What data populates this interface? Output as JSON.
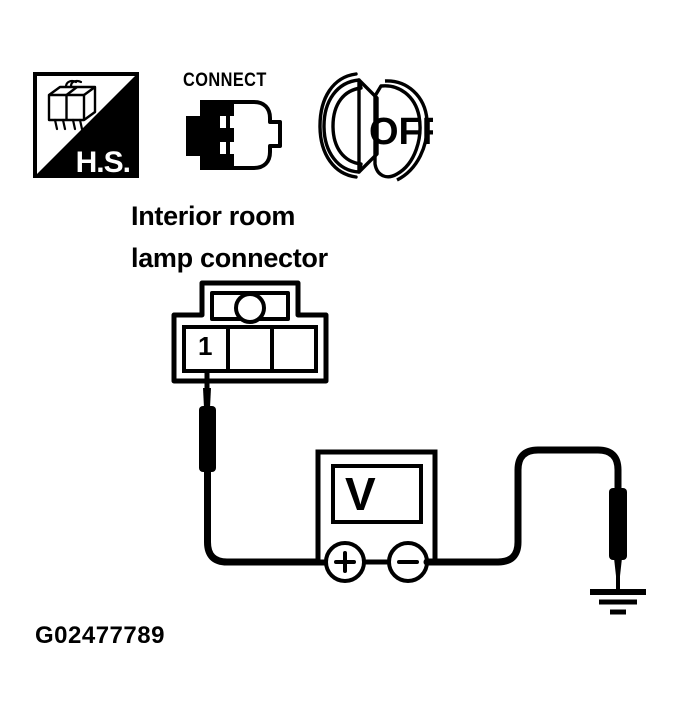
{
  "figure": {
    "id_label": "G02477789",
    "title_line_1": "Interior room",
    "title_line_2": "lamp connector",
    "ink_color": "#000000",
    "background_color": "#ffffff"
  },
  "icons": {
    "hs_badge": {
      "name": "hs-badge",
      "label": "H.S.",
      "meaning": "harness side connector view",
      "art_name": "connector-block-icon"
    },
    "connect": {
      "name": "connect-icon",
      "label": "CONNECT",
      "art_name": "plug-socket-icon"
    },
    "ignition": {
      "name": "ignition-off-icon",
      "label": "OFF",
      "art_name": "ignition-key-icon"
    }
  },
  "connector": {
    "name": "interior-room-lamp-connector",
    "terminal_count": 3,
    "labeled_terminal": "1",
    "latch_shape": "circle"
  },
  "meter": {
    "name": "voltmeter",
    "display_symbol": "V",
    "positive_terminal": "+",
    "negative_terminal": "−"
  },
  "probes": {
    "positive_probe_target": "terminal 1",
    "negative_probe_target": "ground"
  },
  "ground": {
    "name": "chassis-ground",
    "bar_count": 3
  }
}
